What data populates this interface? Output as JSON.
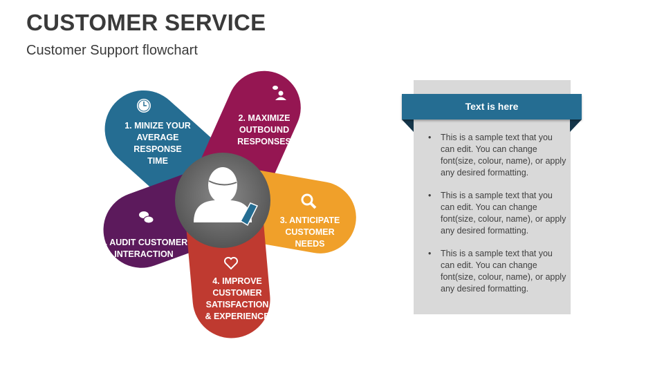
{
  "header": {
    "title": "CUSTOMER SERVICE",
    "subtitle": "Customer Support flowchart"
  },
  "diagram": {
    "center_icon": "customer-support-agent-icon",
    "center_color": "#6b6b6b",
    "petals": [
      {
        "label": "1. MINIZE YOUR\nAVERAGE\nRESPONSE\nTIME",
        "icon": "clock-icon",
        "color": "#256d92"
      },
      {
        "label": "2. MAXIMIZE\nOUTBOUND\nRESPONSES",
        "icon": "chat-person-icon",
        "color": "#951652"
      },
      {
        "label": "3. ANTICIPATE\nCUSTOMER\nNEEDS",
        "icon": "magnifier-icon",
        "color": "#f0a02a"
      },
      {
        "label": "4. IMPROVE\nCUSTOMER\nSATISFACTION\n& EXPERIENCE",
        "icon": "heart-icon",
        "color": "#bf3a30"
      },
      {
        "label": "5. AUDIT CUSTOMER\nINTERACTION",
        "icon": "speech-bubbles-icon",
        "color": "#5c1a5c"
      }
    ]
  },
  "panel": {
    "heading": "Text is here",
    "accent": "#256d92",
    "bullets": [
      "This is a sample text that you can edit. You can change font(size, colour, name), or apply any desired formatting.",
      "This is a sample text that you can edit. You can change font(size, colour, name), or apply any desired formatting.",
      "This is a sample text that you can edit. You can change font(size, colour, name), or apply any desired formatting."
    ]
  }
}
